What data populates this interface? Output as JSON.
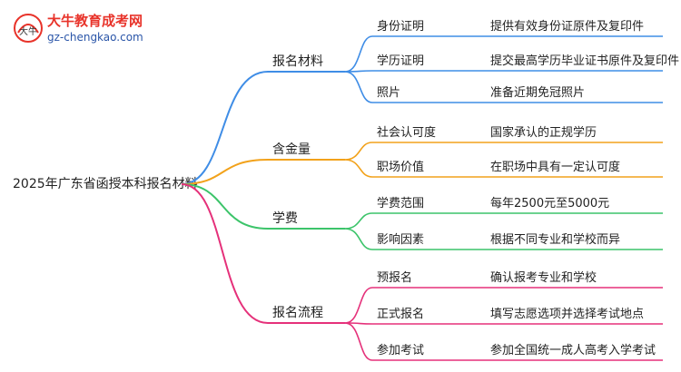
{
  "logo": {
    "badge_text": "大牛",
    "title": "大牛教育成考网",
    "url": "gz-chengkao.com"
  },
  "root": "2025年广东省函授本科报名材料",
  "colors": {
    "blue": "#3f8de6",
    "orange": "#f2a21b",
    "green": "#3cc46a",
    "pink": "#e5317a",
    "root_line": "#3f8de6"
  },
  "branches": [
    {
      "label": "报名材料",
      "color": "blue",
      "children": [
        {
          "label": "身份证明",
          "note": "提供有效身份证原件及复印件"
        },
        {
          "label": "学历证明",
          "note": "提交最高学历毕业证书原件及复印件"
        },
        {
          "label": "照片",
          "note": "准备近期免冠照片"
        }
      ]
    },
    {
      "label": "含金量",
      "color": "orange",
      "children": [
        {
          "label": "社会认可度",
          "note": "国家承认的正规学历"
        },
        {
          "label": "职场价值",
          "note": "在职场中具有一定认可度"
        }
      ]
    },
    {
      "label": "学费",
      "color": "green",
      "children": [
        {
          "label": "学费范围",
          "note": "每年2500元至5000元"
        },
        {
          "label": "影响因素",
          "note": "根据不同专业和学校而异"
        }
      ]
    },
    {
      "label": "报名流程",
      "color": "pink",
      "children": [
        {
          "label": "预报名",
          "note": "确认报考专业和学校"
        },
        {
          "label": "正式报名",
          "note": "填写志愿选项并选择考试地点"
        },
        {
          "label": "参加考试",
          "note": "参加全国统一成人高考入学考试"
        }
      ]
    }
  ]
}
